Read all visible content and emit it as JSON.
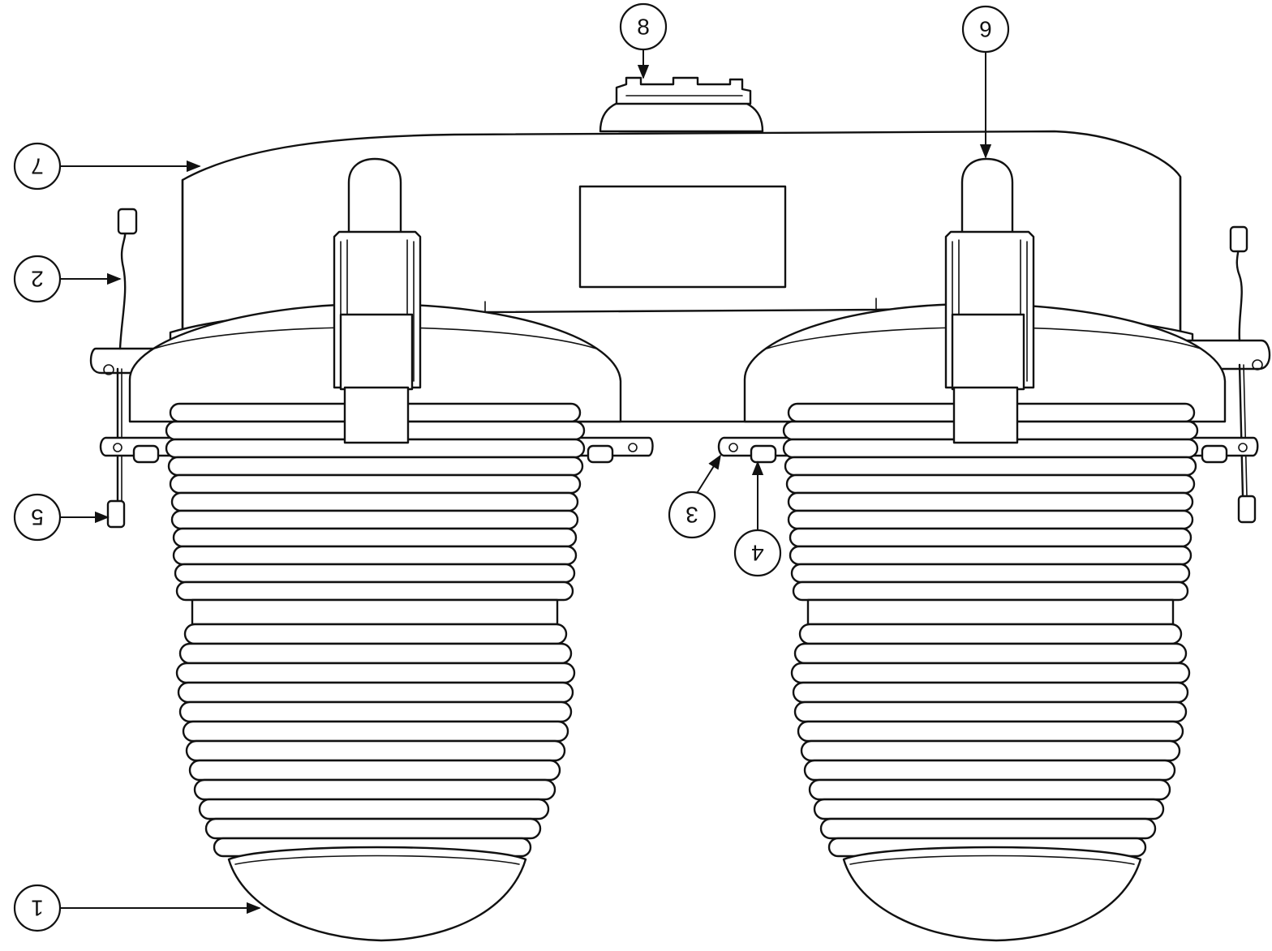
{
  "callouts": [
    {
      "id": "1",
      "label": "1",
      "flipped": true
    },
    {
      "id": "2",
      "label": "2",
      "flipped": true
    },
    {
      "id": "3",
      "label": "3",
      "flipped": true
    },
    {
      "id": "4",
      "label": "4",
      "flipped": true
    },
    {
      "id": "5",
      "label": "5",
      "flipped": true
    },
    {
      "id": "6",
      "label": "6",
      "flipped": true
    },
    {
      "id": "7",
      "label": "7",
      "flipped": true
    },
    {
      "id": "8",
      "label": "8",
      "flipped": false
    }
  ],
  "colors": {
    "line": "#111111",
    "background": "#ffffff"
  }
}
